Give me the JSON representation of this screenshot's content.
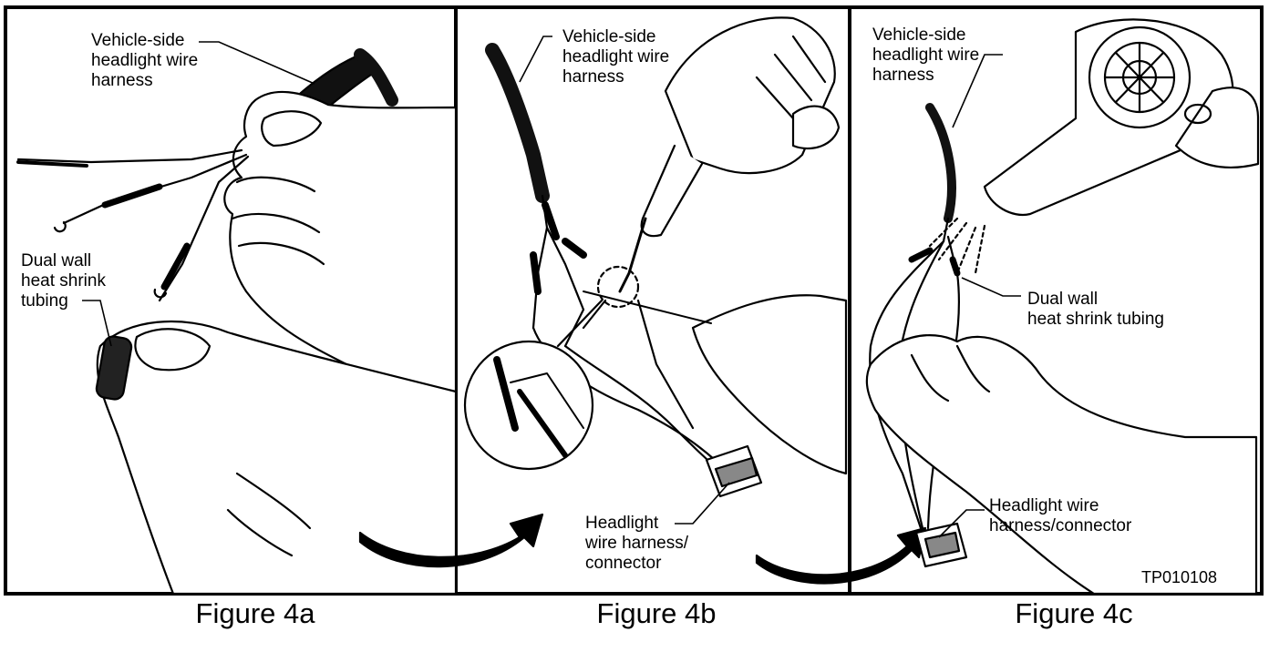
{
  "figures": [
    {
      "caption": "Figure 4a",
      "labels": {
        "harness": "Vehicle-side\nheadlight wire\nharness",
        "tubing": "Dual wall\nheat shrink\ntubing"
      }
    },
    {
      "caption": "Figure 4b",
      "labels": {
        "harness": "Vehicle-side\nheadlight wire\nharness",
        "connector": "Headlight\nwire harness/\nconnector"
      }
    },
    {
      "caption": "Figure 4c",
      "labels": {
        "harness": "Vehicle-side\nheadlight wire\nharness",
        "tubing": "Dual wall\nheat shrink tubing",
        "connector": "Headlight wire\nharness/connector"
      }
    }
  ],
  "diagram_code": "TP010108",
  "icons": [
    "hand-icon",
    "heat-gun-icon",
    "hair-dryer-icon",
    "connector-icon",
    "curved-arrow-icon"
  ]
}
